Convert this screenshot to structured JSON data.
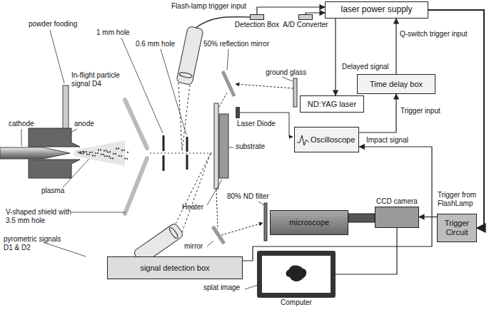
{
  "diagram": {
    "nodes": [
      {
        "text": [
          "laser power supply"
        ]
      },
      {
        "text": [
          "Detection Box"
        ]
      },
      {
        "text": [
          "A/D Converter"
        ]
      },
      {
        "text": [
          "Time delay box"
        ]
      },
      {
        "text": [
          "ND:YAG laser"
        ]
      },
      {
        "text": [
          "Oscilloscope"
        ]
      },
      {
        "text": [
          "microscope"
        ]
      },
      {
        "text": [
          "CCD camera"
        ]
      },
      {
        "text": [
          "Trigger Circuit"
        ]
      },
      {
        "text": [
          "signal detection box"
        ]
      },
      {
        "text": [
          "Computer"
        ]
      }
    ],
    "edges": [
      {
        "from": 1,
        "to": 0,
        "arrow": "to"
      },
      {
        "from": 2,
        "to": 0,
        "arrow": "to"
      },
      {
        "from": 0,
        "to": 4,
        "arrow": "to"
      },
      {
        "from": 3,
        "to": 0,
        "arrow": "to",
        "label": "Delayed signal"
      },
      {
        "from": 5,
        "to": 3,
        "arrow": "to",
        "label": "Trigger input"
      },
      {
        "from": 0,
        "to": 8,
        "arrow": "to",
        "label": "Trigger from FlashLamp"
      },
      {
        "from": 8,
        "to": 7,
        "arrow": "to"
      },
      {
        "from": 7,
        "to": 10,
        "arrow": "none"
      },
      {
        "from": 9,
        "to": 5,
        "arrow": "to",
        "label": "Impact signal"
      }
    ],
    "labels": [
      "powder fooding",
      "cathode",
      "anode",
      "plasma",
      "V-shaped shield with 3.5 mm hole",
      "1 mm hole",
      "0.6 mm hole",
      "In-flight particle signal D4",
      "pyrometric signals D1 & D2",
      "Flash-lamp trigger input",
      "50% reflection mirror",
      "ground glass",
      "Q-switch trigger input",
      "Laser Diode",
      "substrate",
      "Heater",
      "80% ND filter",
      "mirror",
      "splat image"
    ]
  }
}
